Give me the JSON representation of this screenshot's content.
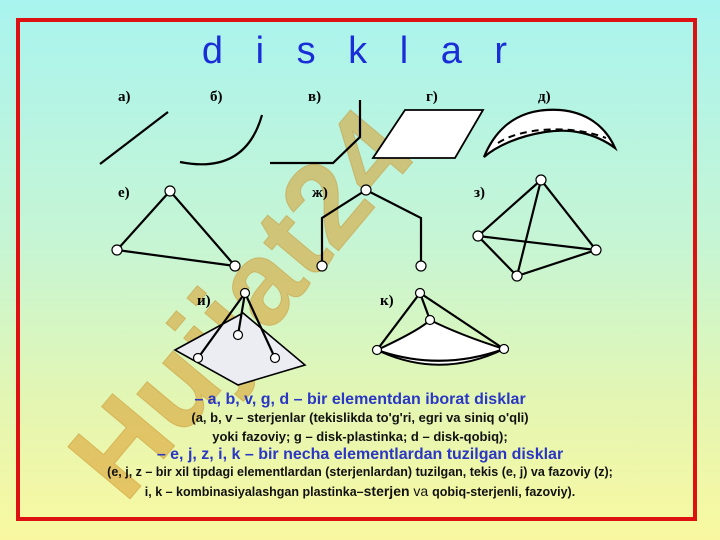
{
  "title": "d i s k l a r",
  "watermark": "Hujjat24",
  "colors": {
    "frame": "#dd1111",
    "title": "#1a2ed8",
    "heading": "#2a37c4"
  },
  "figure_labels": {
    "a": "а)",
    "b": "б)",
    "v": "в)",
    "g": "г)",
    "d": "д)",
    "e": "е)",
    "zh": "ж)",
    "z": "з)",
    "i": "и)",
    "k": "к)"
  },
  "text": {
    "heading1": "– a, b, v, g, d – bir elementdan iborat disklar",
    "line1": "(a, b, v – sterjenlar (tekislikda to'g'ri, egri va siniq o'qli)",
    "line2": "yoki fazoviy;    g – disk-plastinka;      d – disk-qobiq);",
    "heading2": "– e, j, z, i, k – bir necha elementlardan tuzilgan disklar",
    "line3": "(e, j, z – bir xil tipdagi elementlardan (sterjenlardan) tuzilgan, tekis  (e, j) va fazoviy  (z);",
    "line4_a": "i, k – kombinasiyalashgan  plastinka–",
    "line4_b": "sterjen",
    "line4_c": " va ",
    "line4_d": "qobiq-sterjenli, fazoviy)."
  }
}
